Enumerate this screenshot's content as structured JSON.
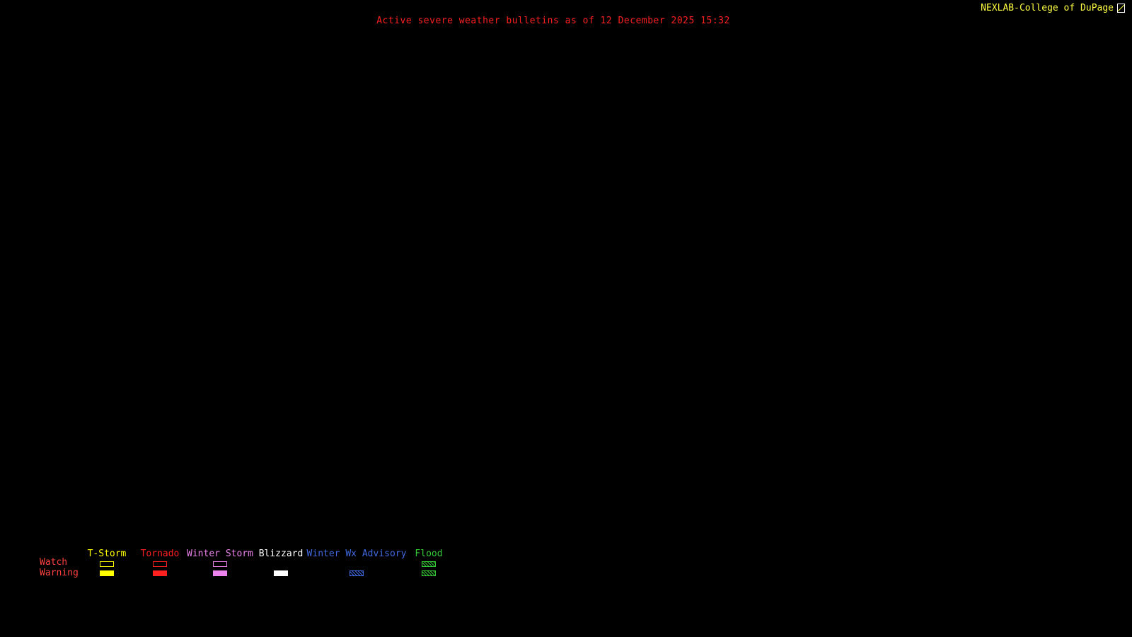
{
  "colors": {
    "background": "#000000",
    "title": "#ff2020",
    "brand": "#ffff40",
    "row_label": "#ff4040"
  },
  "header": {
    "title": "Active severe weather bulletins as of 12 December 2025 15:32",
    "brand": "NEXLAB-College of DuPage",
    "brand_icon": "cod-logo-icon"
  },
  "legend": {
    "watch_label": "Watch",
    "warning_label": "Warning",
    "columns": [
      {
        "label": "T-Storm",
        "color": "#ffff00",
        "watch": "outline",
        "warning": "solid"
      },
      {
        "label": "Tornado",
        "color": "#ff2020",
        "watch": "outline",
        "warning": "solid"
      },
      {
        "label": "Winter Storm",
        "color": "#ee82ee",
        "watch": "outline",
        "warning": "solid"
      },
      {
        "label": "Blizzard",
        "color": "#ffffff",
        "watch": "none",
        "warning": "solid"
      },
      {
        "label": "Winter Wx Advisory",
        "color": "#4169e1",
        "watch": "none",
        "warning": "hatch"
      },
      {
        "label": "Flood",
        "color": "#33cc33",
        "watch": "hatch",
        "warning": "hatch"
      }
    ]
  }
}
